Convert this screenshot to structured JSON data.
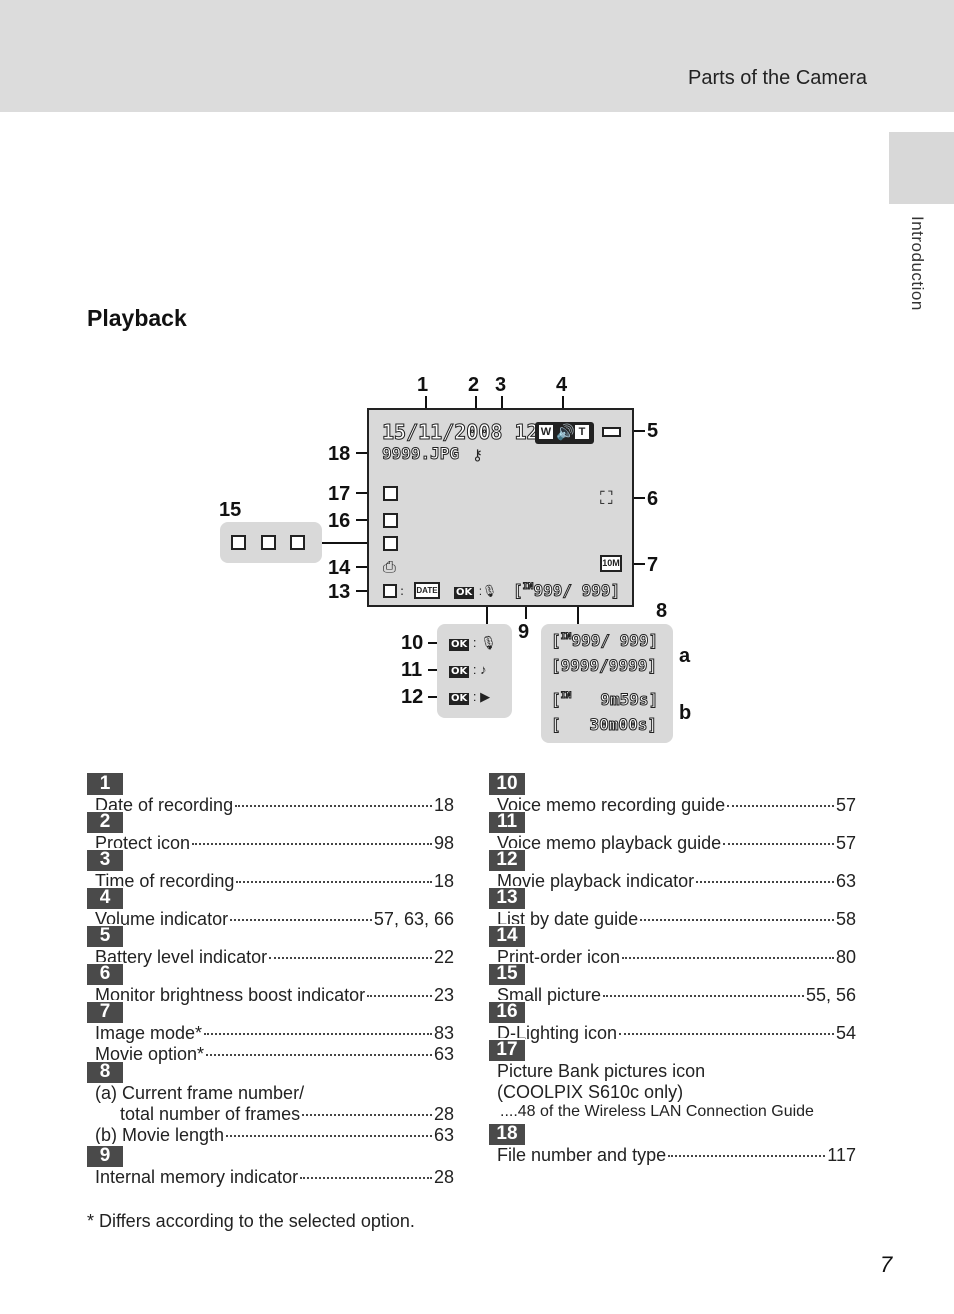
{
  "header": {
    "title": "Parts of the Camera"
  },
  "side_tab": {
    "label": "Introduction"
  },
  "section_title": "Playback",
  "diagram": {
    "callouts": [
      "1",
      "2",
      "3",
      "4",
      "5",
      "6",
      "7",
      "8",
      "9",
      "10",
      "11",
      "12",
      "13",
      "14",
      "15",
      "16",
      "17",
      "18",
      "a",
      "b"
    ],
    "screen": {
      "date_time": "15/11/2008 12:00",
      "file_name": "9999.JPG",
      "image_mode": "10M",
      "frame_counter": "999/ 999",
      "internal_mark": "IN",
      "date_label": "DATE"
    },
    "counter_box": {
      "a_line1": "999/ 999",
      "a_line2": "9999/9999",
      "b_line1": "9m59s",
      "b_line2": "30m00s"
    },
    "ok_label": "OK"
  },
  "left_table": [
    {
      "num": "1",
      "lines": [
        {
          "label": "Date of recording",
          "page": "18"
        }
      ]
    },
    {
      "num": "2",
      "lines": [
        {
          "label": "Protect icon",
          "page": "98"
        }
      ]
    },
    {
      "num": "3",
      "lines": [
        {
          "label": "Time of recording",
          "page": "18"
        }
      ]
    },
    {
      "num": "4",
      "lines": [
        {
          "label": "Volume indicator",
          "page": "57, 63, 66"
        }
      ]
    },
    {
      "num": "5",
      "lines": [
        {
          "label": "Battery level indicator",
          "page": "22"
        }
      ]
    },
    {
      "num": "6",
      "lines": [
        {
          "label": "Monitor brightness boost indicator",
          "page": "23"
        }
      ]
    },
    {
      "num": "7",
      "lines": [
        {
          "label": "Image mode*",
          "page": "83"
        },
        {
          "label": "Movie option*",
          "page": "63"
        }
      ]
    },
    {
      "num": "8",
      "lines": [
        {
          "label": "(a) Current frame number/",
          "page": ""
        },
        {
          "label": "total number of frames",
          "page": "28"
        },
        {
          "label": "(b) Movie length",
          "page": "63"
        }
      ]
    },
    {
      "num": "9",
      "lines": [
        {
          "label": "Internal memory indicator",
          "page": "28"
        }
      ]
    }
  ],
  "right_table": [
    {
      "num": "10",
      "lines": [
        {
          "label": "Voice memo recording guide",
          "page": "57"
        }
      ]
    },
    {
      "num": "11",
      "lines": [
        {
          "label": "Voice memo playback guide",
          "page": "57"
        }
      ]
    },
    {
      "num": "12",
      "lines": [
        {
          "label": "Movie playback indicator",
          "page": "63"
        }
      ]
    },
    {
      "num": "13",
      "lines": [
        {
          "label": "List by date guide",
          "page": "58"
        }
      ]
    },
    {
      "num": "14",
      "lines": [
        {
          "label": "Print-order icon",
          "page": "80"
        }
      ]
    },
    {
      "num": "15",
      "lines": [
        {
          "label": "Small picture",
          "page": "55, 56"
        }
      ]
    },
    {
      "num": "16",
      "lines": [
        {
          "label": "D-Lighting icon",
          "page": "54"
        }
      ]
    },
    {
      "num": "17",
      "lines": [
        {
          "label": "Picture Bank pictures icon",
          "page": ""
        },
        {
          "label": "(COOLPIX S610c only)",
          "page": ""
        },
        {
          "label": "....48 of the Wireless LAN Connection Guide",
          "page": ""
        }
      ]
    },
    {
      "num": "18",
      "lines": [
        {
          "label": "File number and type",
          "page": "117"
        }
      ]
    }
  ],
  "footnote": "*  Differs according to the selected option.",
  "page_number": "7"
}
